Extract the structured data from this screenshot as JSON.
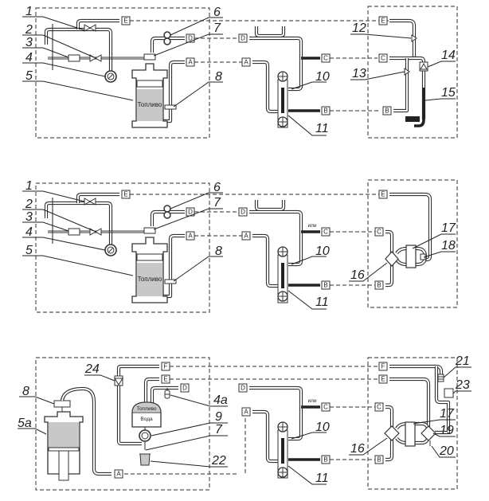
{
  "diagram": {
    "panels": [
      {
        "id": "panel-1",
        "callouts": [
          "1",
          "2",
          "3",
          "4",
          "5",
          "6",
          "7",
          "8",
          "10",
          "11",
          "12",
          "13",
          "14",
          "15"
        ],
        "connectors": [
          "E",
          "D",
          "A",
          "C",
          "B"
        ],
        "tank_label": "Топливо"
      },
      {
        "id": "panel-2",
        "callouts": [
          "1",
          "2",
          "3",
          "4",
          "5",
          "6",
          "7",
          "8",
          "10",
          "11",
          "16",
          "17",
          "18"
        ],
        "connectors": [
          "E",
          "D",
          "A",
          "C",
          "B"
        ],
        "tank_label": "Топливо",
        "or_label": "или"
      },
      {
        "id": "panel-3",
        "callouts": [
          "8",
          "5а",
          "24",
          "4а",
          "9",
          "7",
          "22",
          "10",
          "11",
          "16",
          "17",
          "19",
          "20",
          "21",
          "23"
        ],
        "connectors": [
          "F",
          "E",
          "D",
          "A",
          "C",
          "B"
        ],
        "tank_top_label": "Топливо",
        "tank_bottom_label": "Вода",
        "or_label": "или"
      }
    ]
  }
}
